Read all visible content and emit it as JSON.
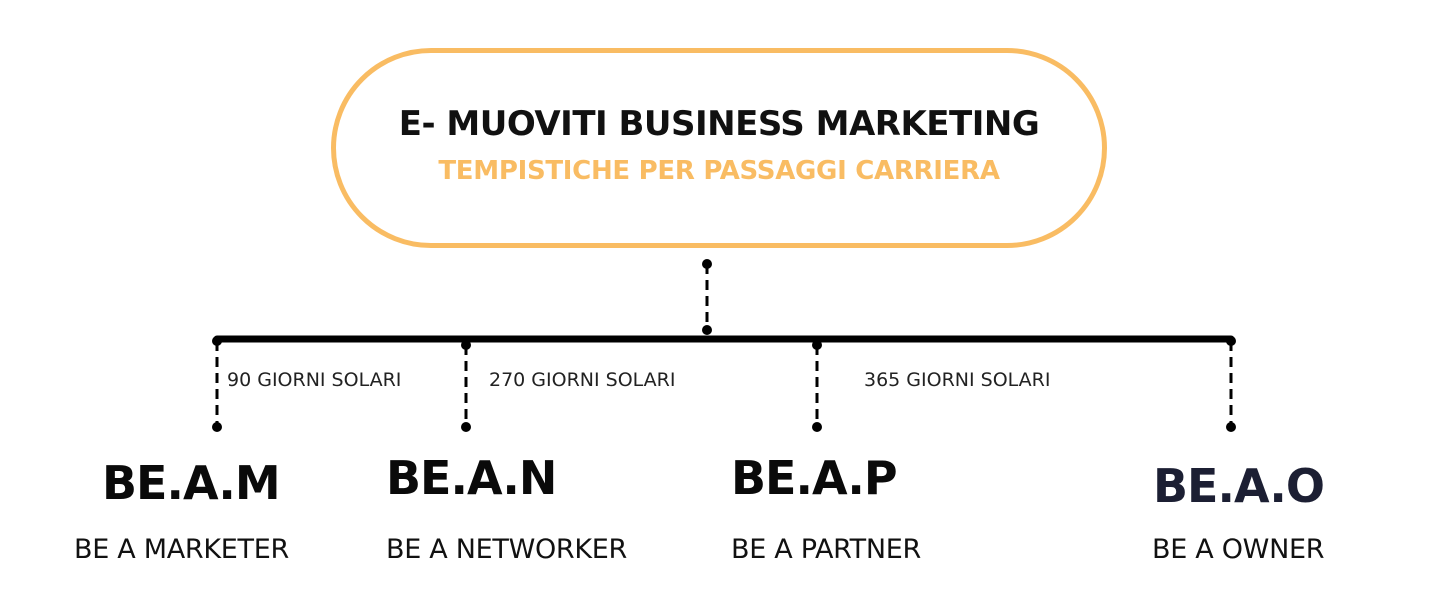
{
  "header": {
    "title": "E- MUOVITI BUSINESS MARKETING",
    "subtitle": "TEMPISTICHE PER PASSAGGI CARRIERA"
  },
  "colors": {
    "accent": "#f9bc63",
    "text": "#111111",
    "owner_code": "#1c1f33"
  },
  "durations": [
    "90 GIORNI SOLARI",
    "270 GIORNI SOLARI",
    "365 GIORNI SOLARI"
  ],
  "stages": [
    {
      "code": "BE.A.M",
      "label": "BE A MARKETER"
    },
    {
      "code": "BE.A.N",
      "label": "BE A NETWORKER"
    },
    {
      "code": "BE.A.P",
      "label": "BE A PARTNER"
    },
    {
      "code": "BE.A.O",
      "label": "BE A OWNER"
    }
  ]
}
